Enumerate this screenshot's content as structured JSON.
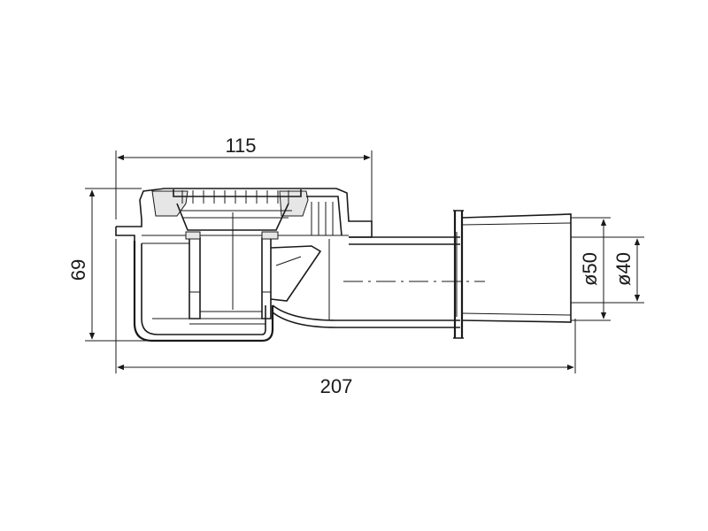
{
  "dimensions": {
    "top_width": "115",
    "overall_length": "207",
    "height": "69",
    "outer_diameter": "ø50",
    "inner_diameter": "ø40"
  },
  "colors": {
    "line": "#1a1a1a",
    "background": "#ffffff"
  }
}
